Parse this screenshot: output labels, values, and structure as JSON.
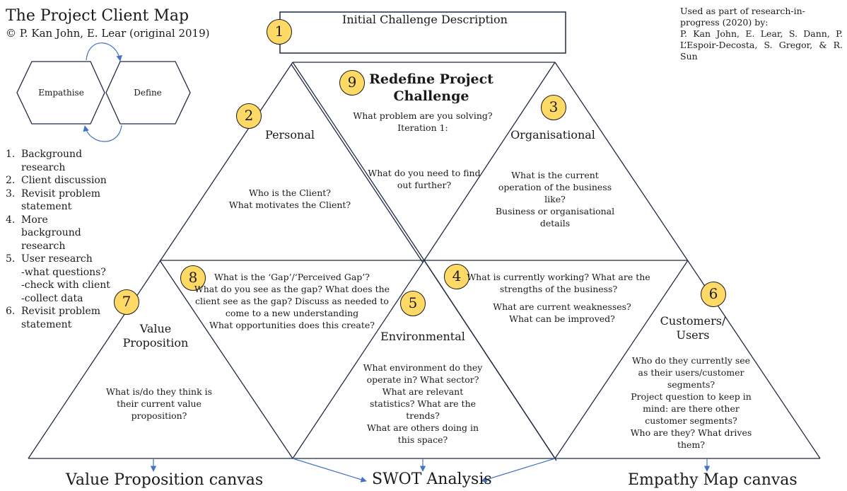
{
  "header": {
    "title": "The Project Client Map",
    "copyright": "© P. Kan John, E. Lear (original 2019)"
  },
  "credit": {
    "line1": "Used as part of research-in-progress (2020) by:",
    "line2": "P. Kan John, E. Lear, S. Dann, P. L’Espoir-Decosta, S. Gregor, & R. Sun"
  },
  "cycle": {
    "left": "Empathise",
    "right": "Define"
  },
  "steps": [
    {
      "num": "1.",
      "lines": [
        "Background",
        "research"
      ]
    },
    {
      "num": "2.",
      "lines": [
        "Client discussion"
      ]
    },
    {
      "num": "3.",
      "lines": [
        "Revisit problem",
        "statement"
      ]
    },
    {
      "num": "4.",
      "lines": [
        "More background",
        "research"
      ]
    },
    {
      "num": "5.",
      "lines": [
        "User research",
        "-what questions?",
        "-check with client",
        "-collect data"
      ]
    },
    {
      "num": "6.",
      "lines": [
        "Revisit problem",
        "statement"
      ]
    }
  ],
  "box1": {
    "badge": "1",
    "title": "Initial Challenge Description"
  },
  "sections": {
    "personal": {
      "badge": "2",
      "heading": "Personal",
      "lines": [
        "Who is the Client?",
        "What motivates the Client?"
      ]
    },
    "organisational": {
      "badge": "3",
      "heading": "Organisational",
      "lines": [
        "What is the current",
        "operation of the business",
        "like?",
        "Business or organisational",
        "details"
      ]
    },
    "strengths": {
      "badge": "4",
      "lines": [
        "What is currently working? What are the",
        "strengths of the business?"
      ],
      "lines2": [
        "What are current weaknesses?",
        "What can be improved?"
      ]
    },
    "environmental": {
      "badge": "5",
      "heading": "Environmental",
      "lines": [
        "What environment do they",
        "operate in? What sector?",
        "What are relevant",
        "statistics? What are the",
        "trends?",
        "What are others doing in",
        "this space?"
      ]
    },
    "customers": {
      "badge": "6",
      "heading1": "Customers/",
      "heading2": "Users",
      "lines": [
        "Who do they currently see",
        "as their users/customer",
        "segments?",
        "Project question to keep in",
        "mind: are there other",
        "customer segments?",
        "Who  are they? What drives",
        "them?"
      ]
    },
    "value": {
      "badge": "7",
      "heading1": "Value",
      "heading2": "Proposition",
      "lines": [
        "What is/do they think is",
        "their current value",
        "proposition?"
      ]
    },
    "gap": {
      "badge": "8",
      "lines": [
        "What is the ‘Gap’/‘Perceived Gap’?",
        "What do you see as the gap? What does the",
        "client see as the gap? Discuss as needed to",
        "come to a new understanding",
        "What opportunities does this create?"
      ]
    },
    "redefine": {
      "badge": "9",
      "heading1": "Redefine Project",
      "heading2": "Challenge",
      "lines": [
        "What problem are you solving?",
        "Iteration 1:"
      ],
      "lines2": [
        "What do you need to find",
        "out further?"
      ]
    }
  },
  "outputs": {
    "value_canvas": "Value Proposition canvas",
    "swot": "SWOT Analysis",
    "empathy": "Empathy Map canvas"
  },
  "colors": {
    "badge_fill": "#ffd966",
    "line_dark": "#1f2a44",
    "arrow_blue": "#4472c4"
  }
}
